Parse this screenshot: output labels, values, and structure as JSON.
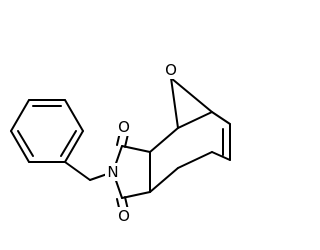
{
  "molecule": {
    "atoms": {
      "bridge_oxygen": "O",
      "carbonyl_oxygen_top": "O",
      "carbonyl_oxygen_bottom": "O",
      "imide_nitrogen": "N"
    }
  },
  "colors": {
    "bond": "#000000",
    "heteroatom_O": "#000000",
    "heteroatom_N": "#000000",
    "background": "#ffffff"
  }
}
